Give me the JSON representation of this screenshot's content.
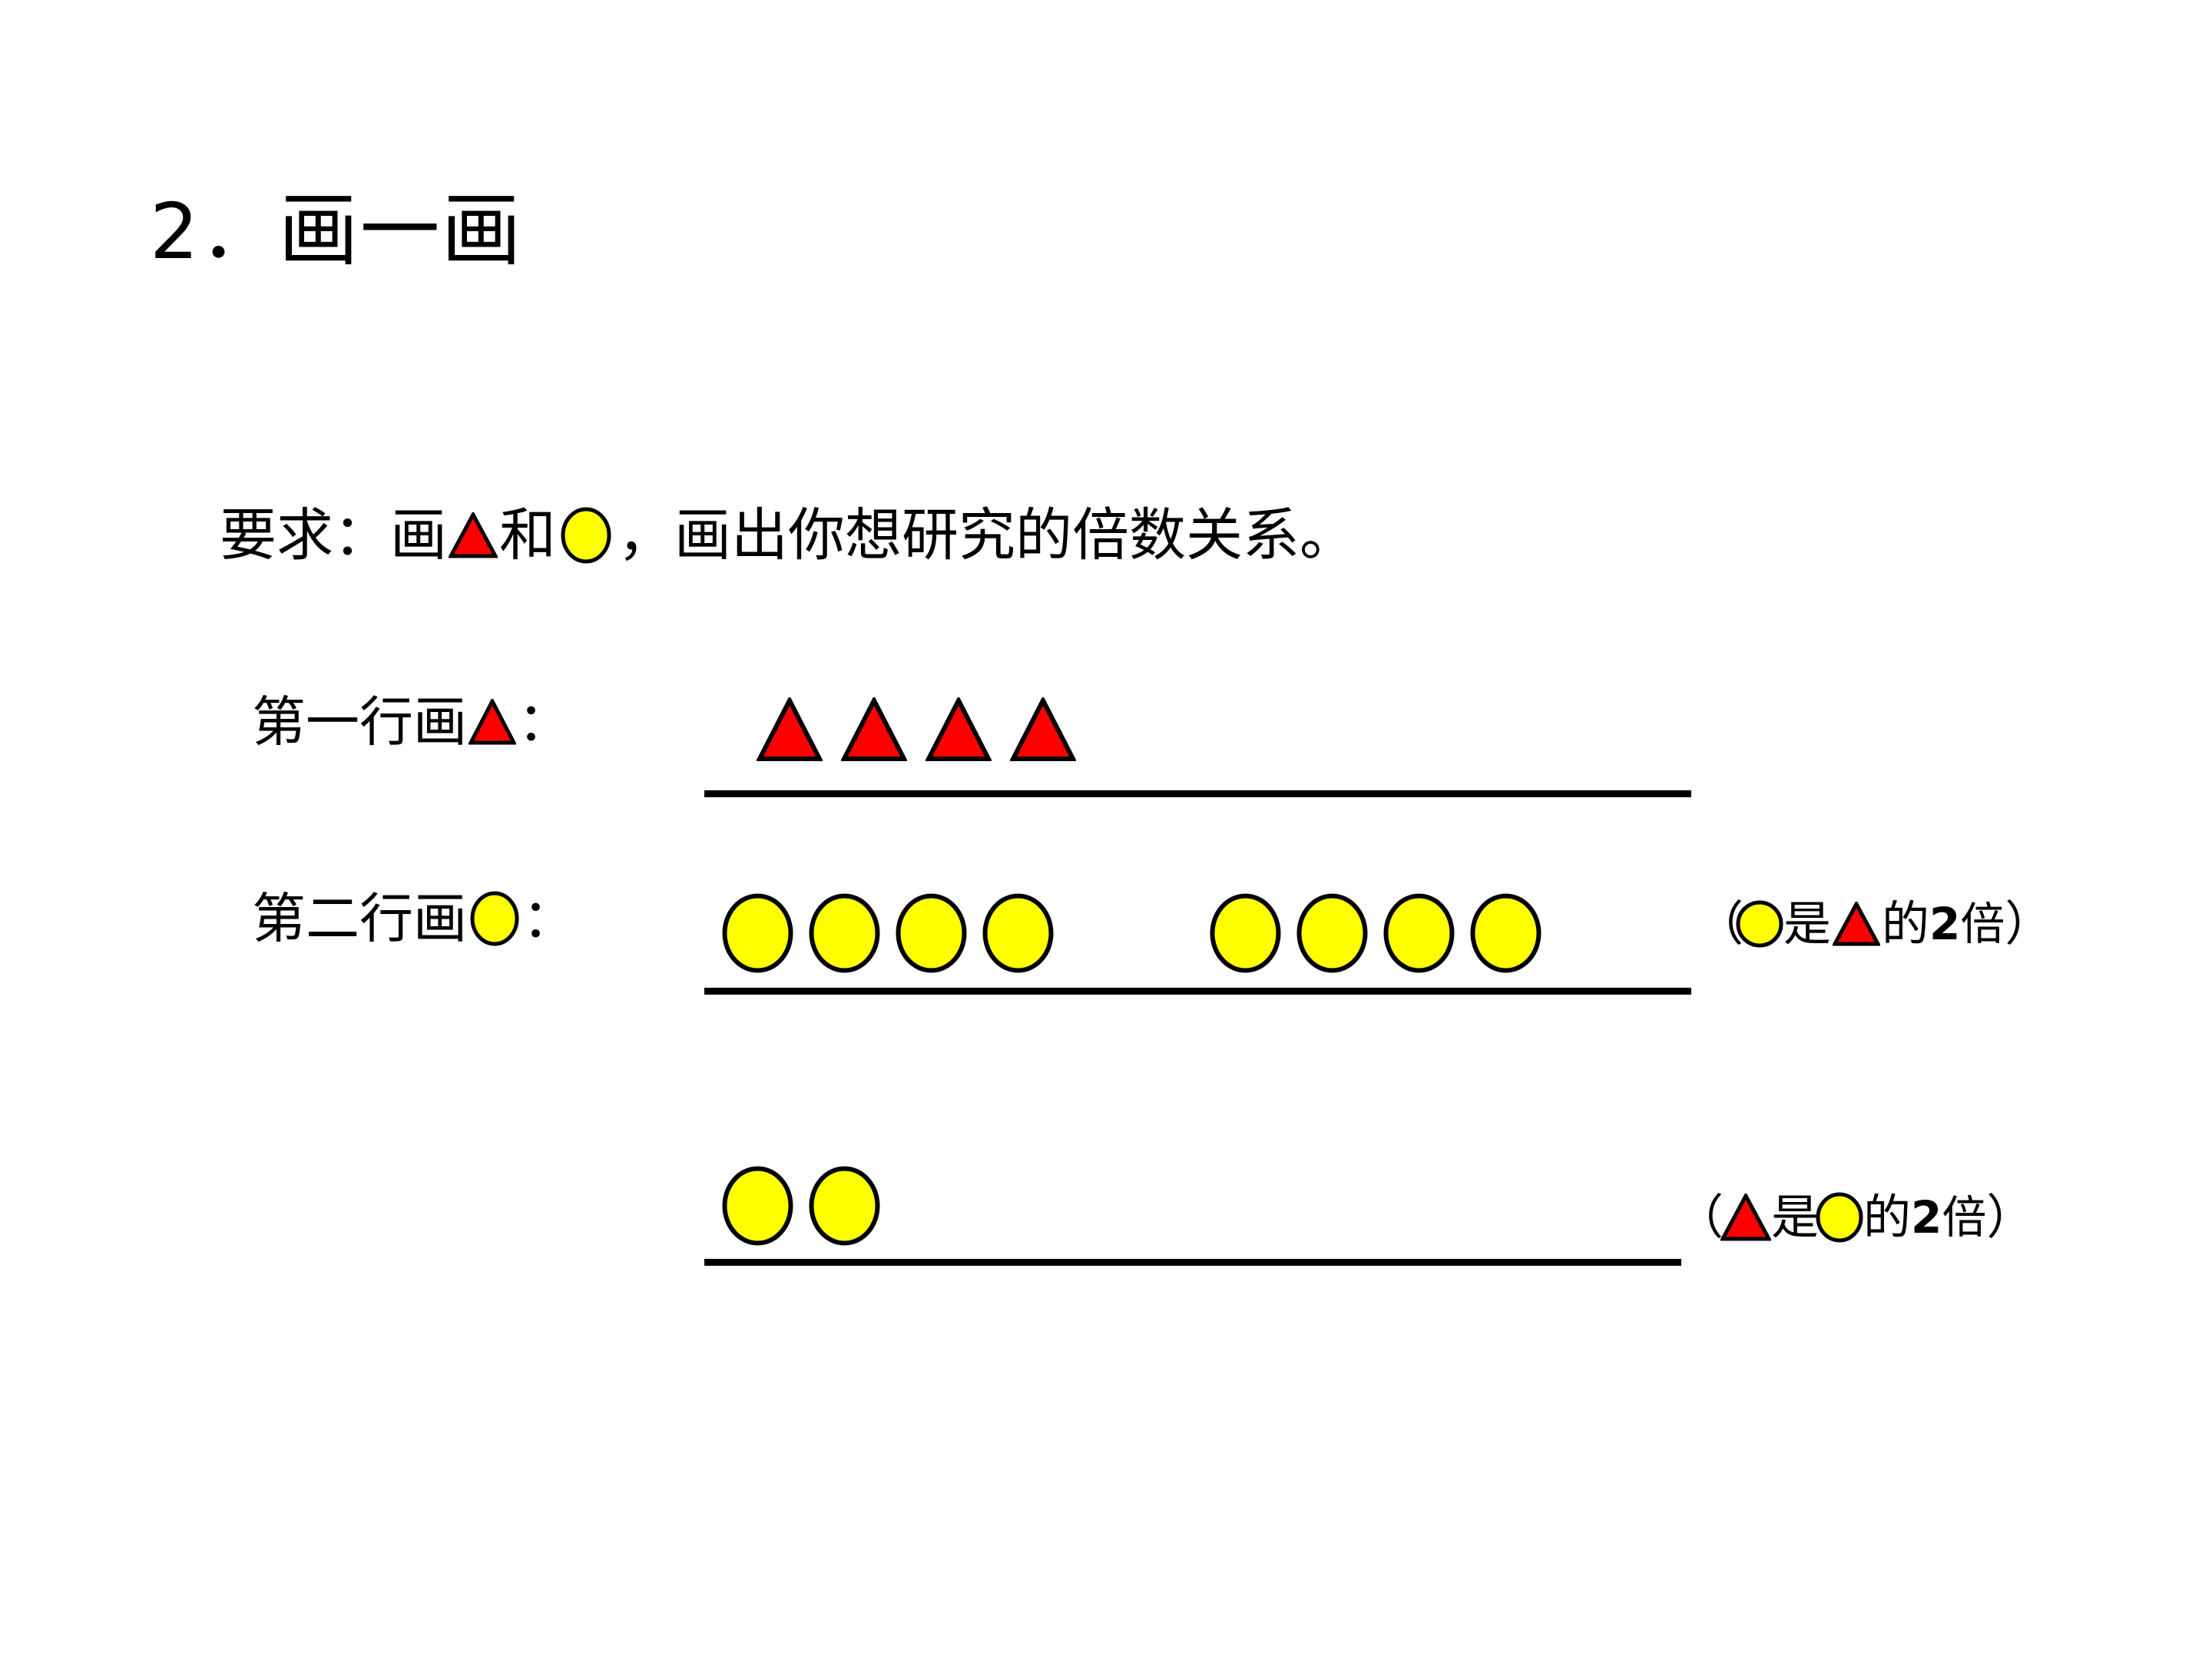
{
  "slide": {
    "background_color": "#FFFFFF",
    "title": {
      "number": "2．",
      "text": "画一画"
    },
    "requirement": {
      "prefix": "要求：画",
      "between": "和",
      "suffix": "，画出你想研究的倍数关系。",
      "triangle_icon": "triangle-icon",
      "circle_icon": "circle-icon"
    },
    "rows": [
      {
        "label_prefix": "第一行画",
        "label_suffix": "：",
        "shape": "triangle",
        "shape_icon": "triangle-icon",
        "groups": [
          4
        ],
        "total_count": 4,
        "annotation": null
      },
      {
        "label_prefix": "第二行画",
        "label_suffix": "：",
        "shape": "circle",
        "shape_icon": "circle-icon",
        "groups": [
          4,
          4
        ],
        "total_count": 8,
        "annotation": {
          "open_paren": "（",
          "subject_icon": "circle-icon",
          "verb": "是",
          "object_icon": "triangle-icon",
          "of": "的",
          "multiplier": "2",
          "unit": "倍",
          "close_paren": "）"
        }
      },
      {
        "label_prefix": "",
        "label_suffix": "",
        "shape": "circle",
        "shape_icon": "circle-icon",
        "groups": [
          2
        ],
        "total_count": 2,
        "annotation": {
          "open_paren": "（",
          "subject_icon": "triangle-icon",
          "verb": "是",
          "object_icon": "circle-icon",
          "of": "的",
          "multiplier": "2",
          "unit": "倍",
          "close_paren": "）"
        }
      }
    ],
    "colors": {
      "triangle_fill": "#FF0000",
      "triangle_stroke": "#000000",
      "circle_fill": "#FFFF00",
      "circle_stroke": "#000000",
      "rule_color": "#000000",
      "text_color": "#000000"
    }
  }
}
